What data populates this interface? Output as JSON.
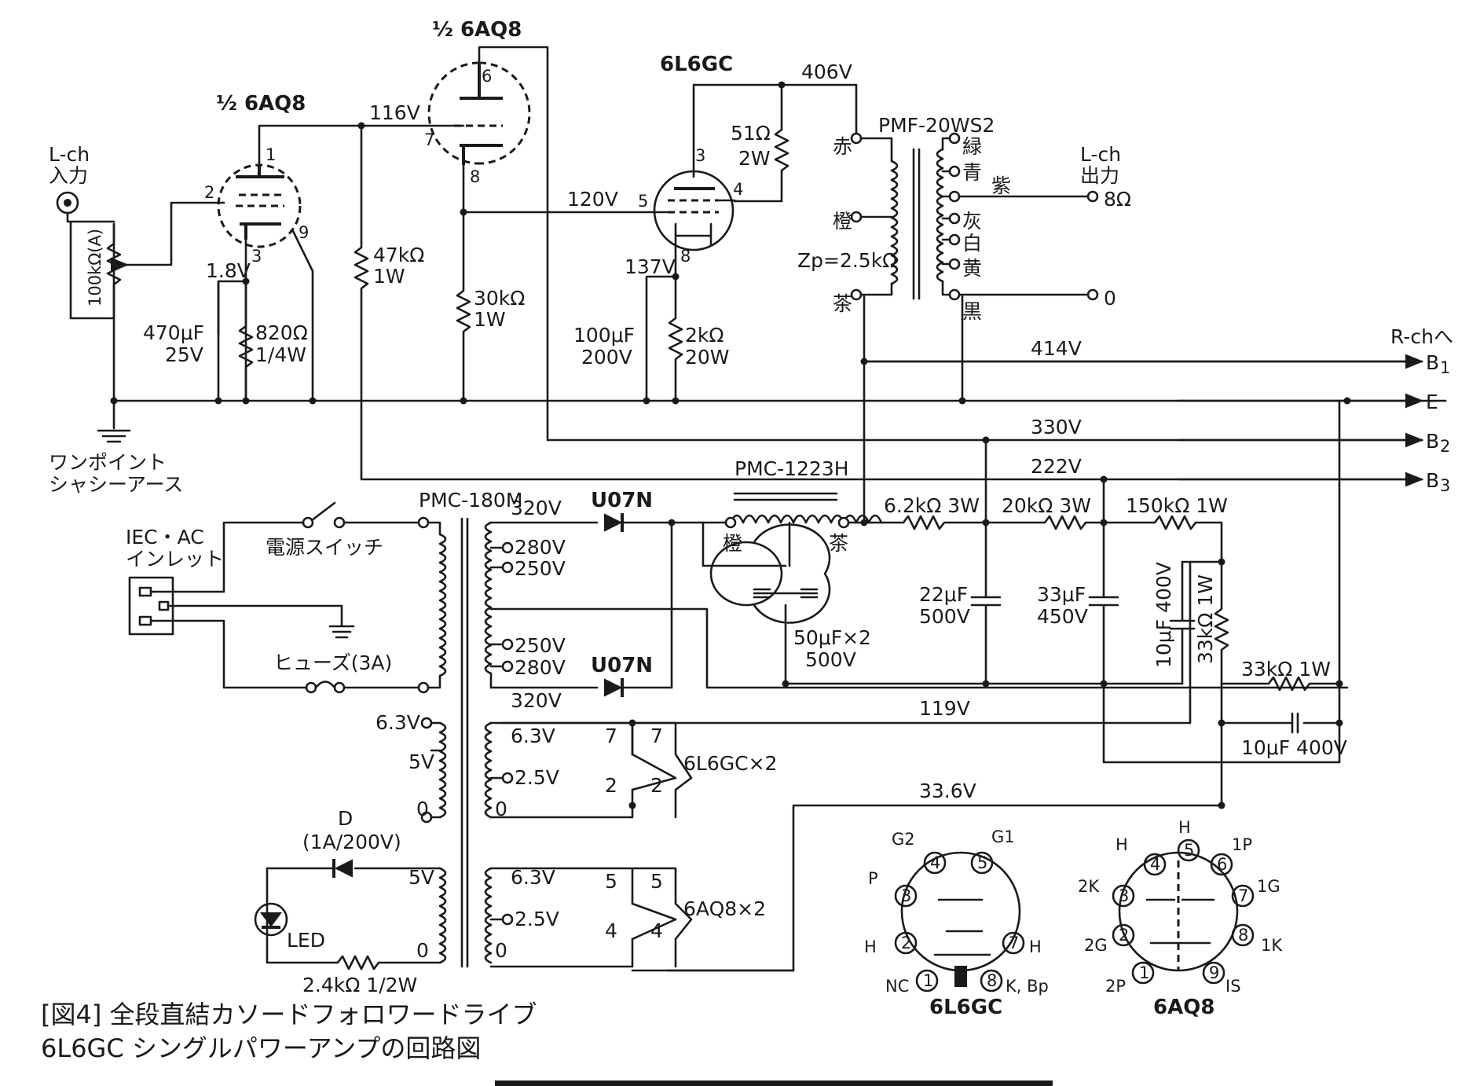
{
  "tubes": {
    "v1_label": "½ 6AQ8",
    "v2_label": "½ 6AQ8",
    "out_label": "6L6GC"
  },
  "input": {
    "label1": "L-ch",
    "label2": "入力",
    "volume": "100kΩ(A)"
  },
  "pins": {
    "v1_p": "1",
    "v1_g": "2",
    "v1_k": "3",
    "v1_h": "9",
    "v2_p": "6",
    "v2_g": "7",
    "v2_k": "8",
    "out_g2": "3",
    "out_g1": "5",
    "out_p": "4",
    "out_k": "8"
  },
  "voltages": {
    "v1_plate": "116V",
    "v1_cathode": "1.8V",
    "out_grid": "120V",
    "out_cathode": "137V",
    "out_plate": "406V",
    "b1": "414V",
    "b2": "330V",
    "b3": "222V",
    "heater_bias": "119V",
    "heater_bias2": "33.6V"
  },
  "parts": {
    "c_in": "470μF",
    "c_in_v": "25V",
    "r_k1": "820Ω",
    "r_k1_w": "1/4W",
    "r_pl": "47kΩ",
    "r_pl_w": "1W",
    "r_k2": "30kΩ",
    "r_k2_w": "1W",
    "r_g2": "51Ω",
    "r_g2_w": "2W",
    "c_k3": "100μF",
    "c_k3_v": "200V",
    "r_k3": "2kΩ",
    "r_k3_w": "20W",
    "r_d1": "6.2kΩ 3W",
    "r_d2": "20kΩ 3W",
    "r_d3": "150kΩ 1W",
    "c_f1": "22μF",
    "c_f1_v": "500V",
    "c_f2": "33μF",
    "c_f2_v": "450V",
    "c_f3": "10μF 400V",
    "r_h1": "33kΩ 1W",
    "r_h2": "33kΩ 1W",
    "c_h": "10μF 400V",
    "choke_c": "50μF×2",
    "choke_c_v": "500V",
    "led_r": "2.4kΩ 1/2W",
    "diode": "D",
    "diode_spec": "(1A/200V)",
    "led": "LED",
    "u07n_1": "U07N",
    "u07n_2": "U07N"
  },
  "opt": {
    "name": "PMF-20WS2",
    "zp": "Zp=2.5kΩ",
    "p_red": "赤",
    "p_orange": "橙",
    "p_brown": "茶",
    "s_green": "緑",
    "s_blue": "青",
    "s_purple": "紫",
    "s_gray": "灰",
    "s_white": "白",
    "s_yellow": "黄",
    "s_black": "黒",
    "out1": "L-ch",
    "out2": "出力",
    "out_8": "8Ω",
    "out_0": "0"
  },
  "rails": {
    "rch": "R-chへ",
    "b1": "B",
    "b1s": "1",
    "e": "E",
    "b2": "B",
    "b2s": "2",
    "b3": "B",
    "b3s": "3"
  },
  "ground": {
    "l1": "ワンポイント",
    "l2": "シャシーアース"
  },
  "power": {
    "inlet1": "IEC・AC",
    "inlet2": "インレット",
    "switch": "電源スイッチ",
    "fuse": "ヒューズ(3A)",
    "pt": "PMC-180M",
    "choke": "PMC-1223H",
    "ch_orange": "橙",
    "ch_brown": "茶",
    "t320a": "320V",
    "t280a": "280V",
    "t250a": "250V",
    "t250b": "250V",
    "t280b": "280V",
    "t320b": "320V",
    "h63l": "6.3V",
    "h5l": "5V",
    "h0l": "0",
    "h63r": "6.3V",
    "h25r": "2.5V",
    "h0r": "0",
    "l5v": "5V",
    "l0": "0",
    "l63": "6.3V",
    "l25": "2.5V",
    "l0r": "0"
  },
  "heaters": {
    "p7a": "7",
    "p7b": "7",
    "p2a": "2",
    "p2b": "2",
    "label1": "6L6GC×2",
    "p5a": "5",
    "p5b": "5",
    "p4a": "4",
    "p4b": "4",
    "label2": "6AQ8×2"
  },
  "basing1": {
    "title": "6L6GC",
    "g2": "G2",
    "g1": "G1",
    "p": "P",
    "h1": "H",
    "h2": "H",
    "nc": "NC",
    "kbp": "K, Bp",
    "n1": "1",
    "n2": "2",
    "n3": "3",
    "n4": "4",
    "n5": "5",
    "n7": "7",
    "n8": "8"
  },
  "basing2": {
    "title": "6AQ8",
    "h": "H",
    "h2": "H",
    "p1": "1P",
    "k2": "2K",
    "g1": "1G",
    "g2": "2G",
    "k1": "1K",
    "p2": "2P",
    "is": "IS",
    "n1": "1",
    "n2": "2",
    "n3": "3",
    "n4": "4",
    "n5": "5",
    "n6": "6",
    "n7": "7",
    "n8": "8",
    "n9": "9"
  },
  "caption": {
    "line1": "[図4] 全段直結カソードフォロワードライブ",
    "line2": "6L6GC シングルパワーアンプの回路図"
  }
}
